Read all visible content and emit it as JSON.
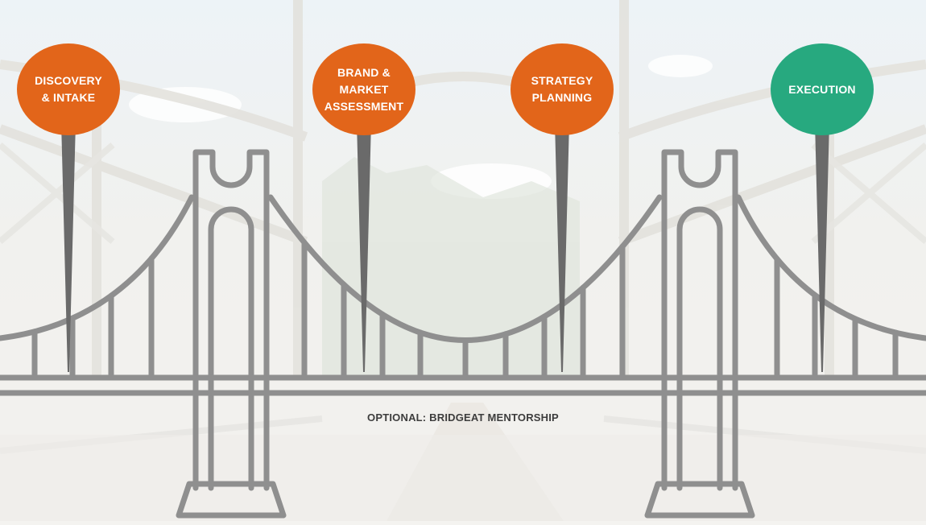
{
  "diagram": {
    "stages": [
      {
        "id": "discovery",
        "label": "DISCOVERY\n& INTAKE"
      },
      {
        "id": "brand",
        "label": "BRAND &\nMARKET\nASSESSMENT"
      },
      {
        "id": "strategy",
        "label": "STRATEGY\nPLANNING"
      },
      {
        "id": "execution",
        "label": "EXECUTION"
      }
    ],
    "caption": "OPTIONAL: BRIDGEAT MENTORSHIP"
  },
  "colors": {
    "stage_orange": "#e2651a",
    "stage_green": "#27a97f",
    "pin_stem": "#6a6a6a",
    "bridge_line": "#8f8f8f",
    "caption_text": "#3d3d3d"
  }
}
